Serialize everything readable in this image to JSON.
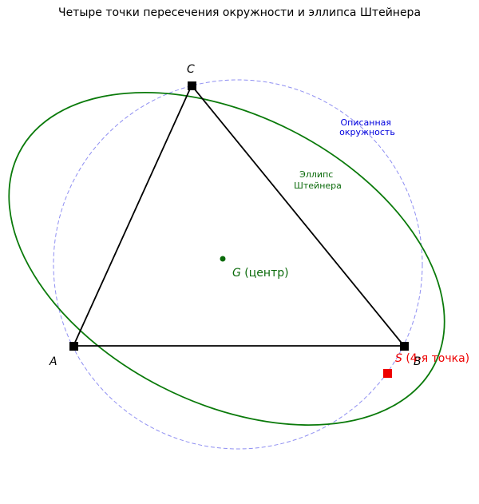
{
  "title": "Четыре точки пересечения окружности и эллипса Штейнера",
  "colors": {
    "triangle": "#000000",
    "circle": "#8f8ff2",
    "ellipse": "#0a7a0a",
    "centroid": "#0a6a0a",
    "point_s": "#ee0000",
    "circle_label": "#0000dd",
    "ellipse_label": "#0a6a0a"
  },
  "vertices": {
    "A": "A",
    "B": "B",
    "C": "C"
  },
  "centroid_label": {
    "letter": "G",
    "text": " (центр)"
  },
  "point_s_label": {
    "letter": "S",
    "text": " (4-я точка)"
  },
  "circle_label": [
    "Описанная",
    "окружность"
  ],
  "ellipse_label": [
    "Эллипс",
    "Штейнера"
  ]
}
